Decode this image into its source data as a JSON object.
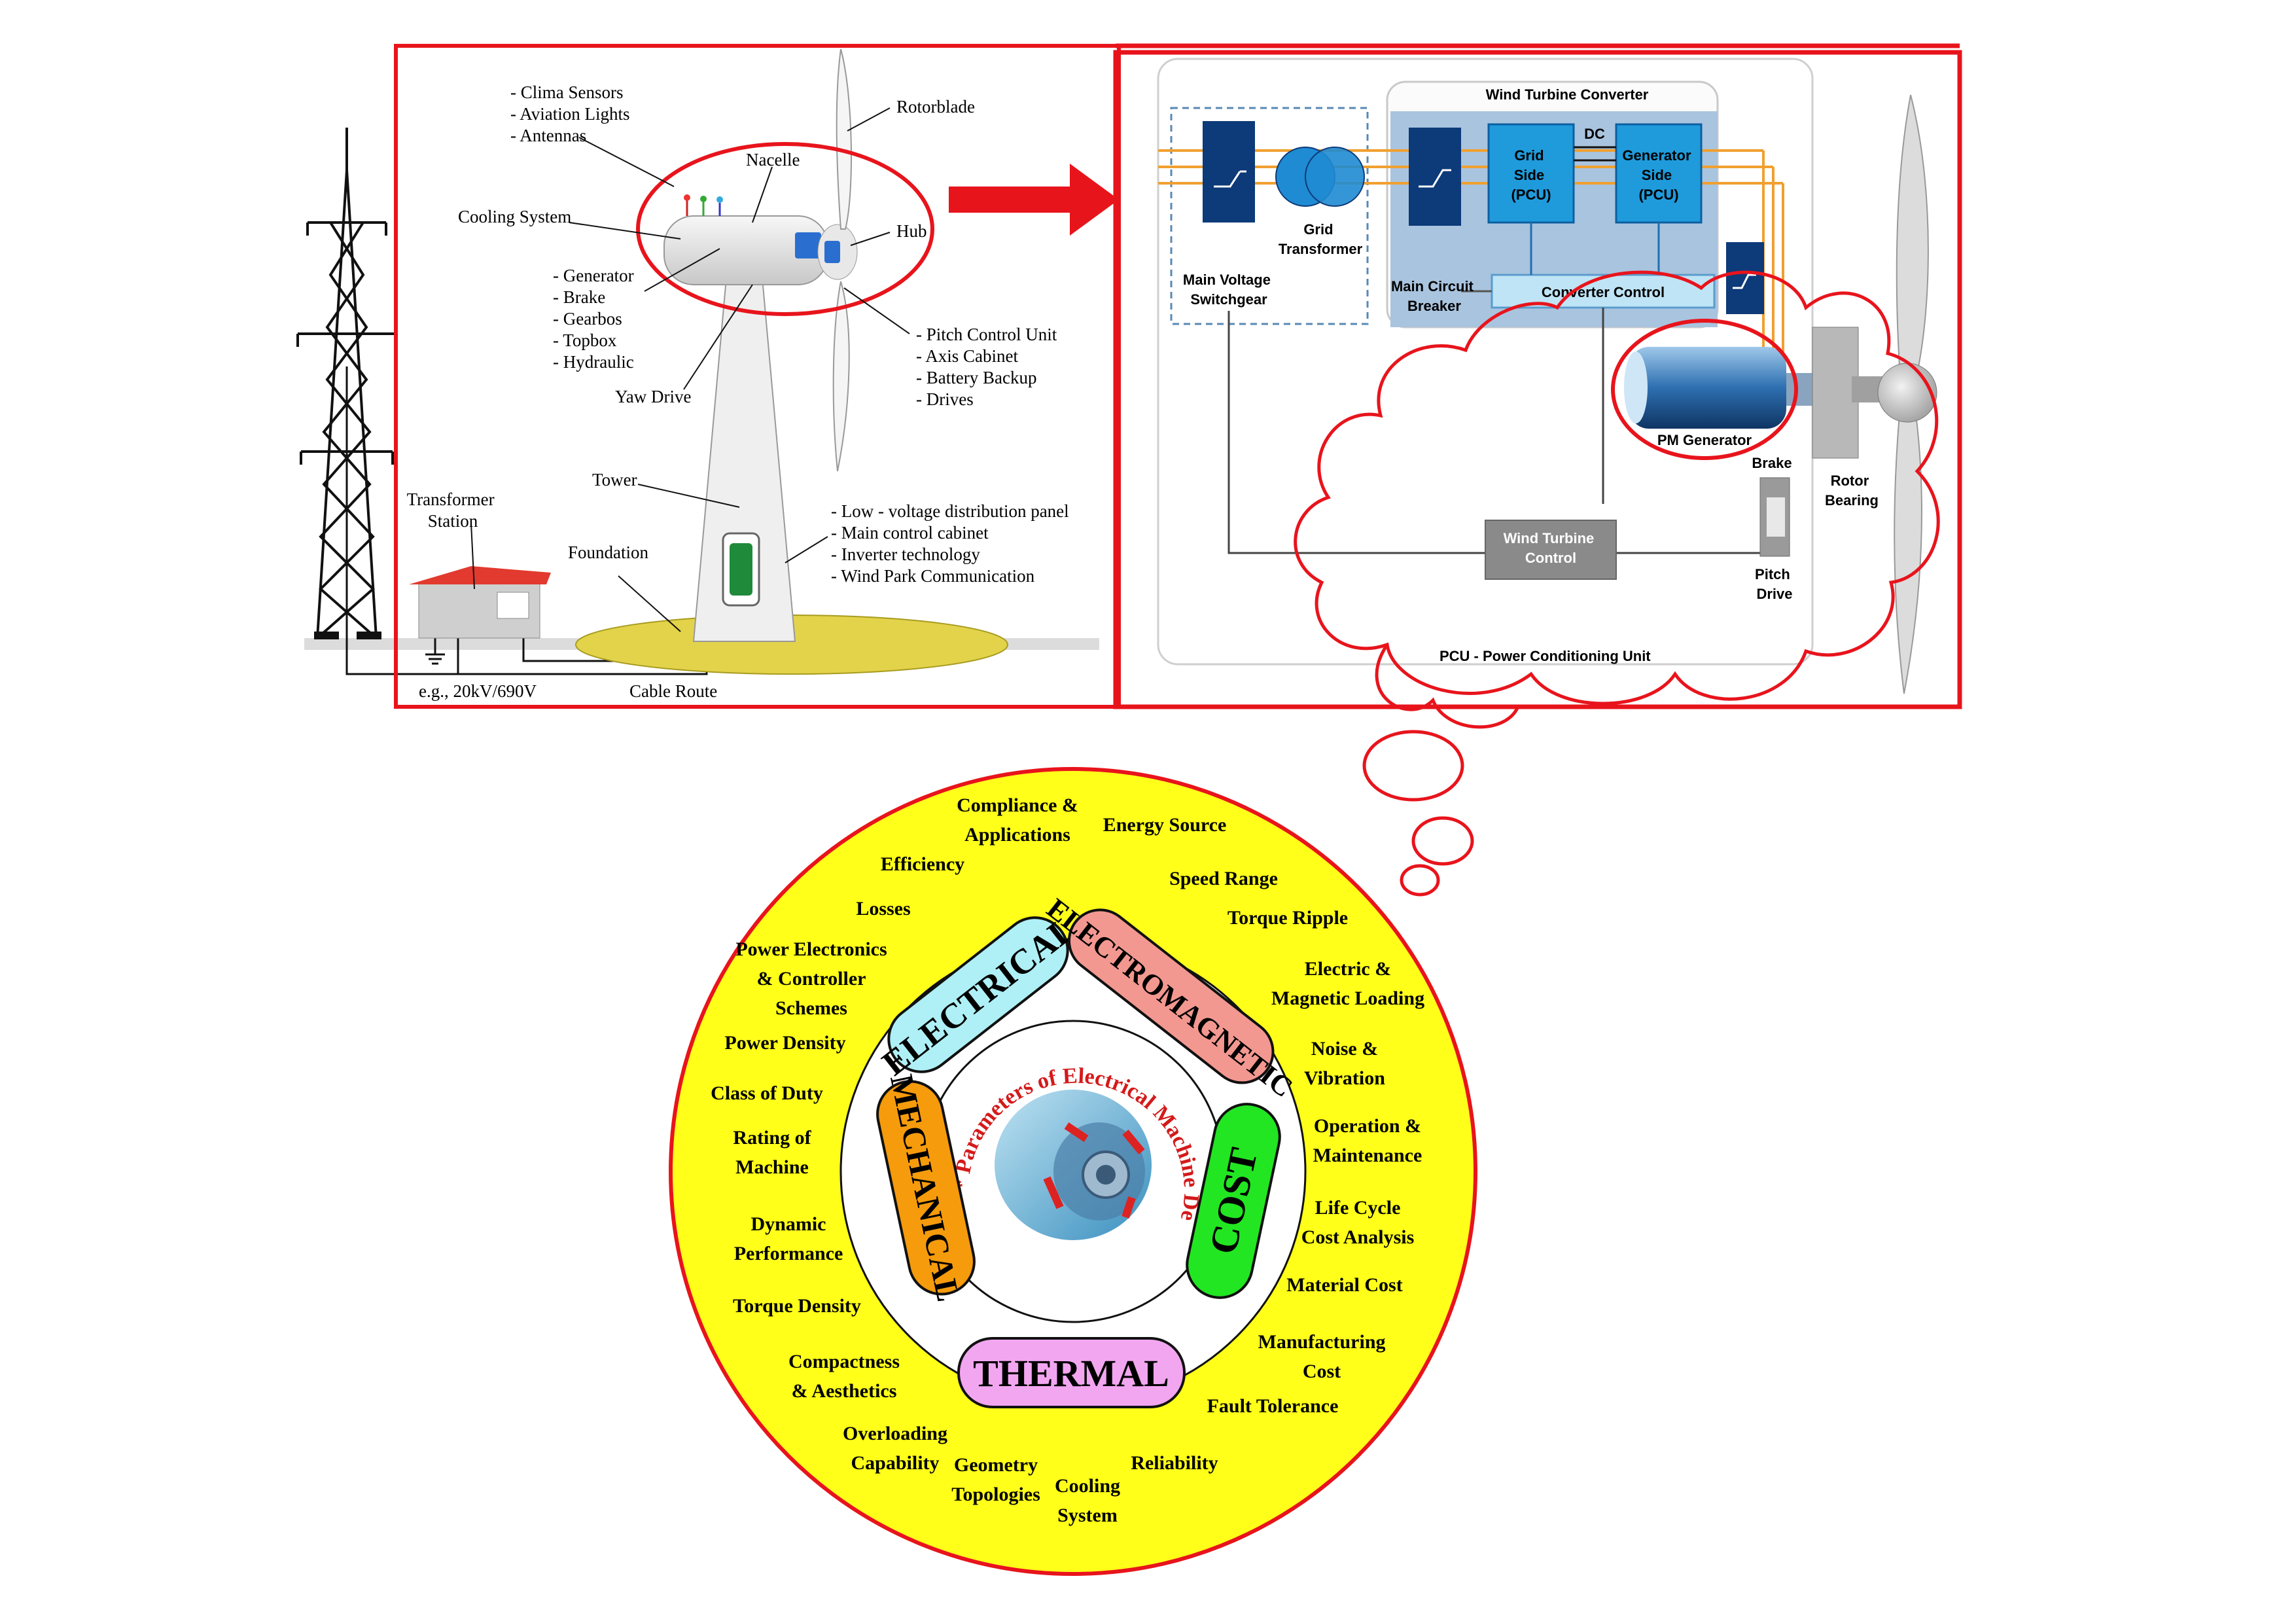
{
  "turbine_diagram": {
    "top_labels": [
      "- Clima Sensors",
      "- Aviation Lights",
      "- Antennas"
    ],
    "rotorblade": "Rotorblade",
    "nacelle": "Nacelle",
    "cooling": "Cooling System",
    "hub": "Hub",
    "nacelle_parts": [
      "- Generator",
      "- Brake",
      "- Gearbos",
      "- Topbox",
      "- Hydraulic"
    ],
    "hub_parts": [
      "- Pitch Control Unit",
      "- Axis Cabinet",
      "- Battery Backup",
      "- Drives"
    ],
    "yaw": "Yaw Drive",
    "tower": "Tower",
    "tower_parts": [
      "- Low - voltage distribution panel",
      "- Main control cabinet",
      "- Inverter technology",
      "- Wind Park Communication"
    ],
    "transformer": [
      "Transformer",
      "Station"
    ],
    "foundation": "Foundation",
    "voltage": "e.g., 20kV/690V",
    "cable": "Cable Route"
  },
  "converter_diagram": {
    "title": "Wind Turbine Converter",
    "dc": "DC",
    "grid_side": [
      "Grid",
      "Side",
      "(PCU)"
    ],
    "gen_side": [
      "Generator",
      "Side",
      "(PCU)"
    ],
    "grid_transformer": [
      "Grid",
      "Transformer"
    ],
    "switchgear": [
      "Main Voltage",
      "Switchgear"
    ],
    "breaker": [
      "Main Circuit",
      "Breaker"
    ],
    "converter_control": "Converter Control",
    "pm_generator": "PM Generator",
    "brake": "Brake",
    "rotor_bearing": [
      "Rotor",
      "Bearing"
    ],
    "wt_control": [
      "Wind Turbine",
      "Control"
    ],
    "pitch_drive": [
      "Pitch",
      "Drive"
    ],
    "pcu": "PCU - Power Conditioning Unit"
  },
  "design_wheel": {
    "center_caption": "* Parameters of Electrical Machine Design Analysis and Characteristic",
    "categories": {
      "electrical": "ELECTRICAL",
      "electromagnetic": "ELECTROMAGNETIC",
      "cost": "COST",
      "thermal": "THERMAL",
      "mechanical": "MECHANICAL"
    },
    "outer_labels": {
      "compliance": [
        "Compliance &",
        "Applications"
      ],
      "energy": [
        "Energy Source"
      ],
      "efficiency": [
        "Efficiency"
      ],
      "speed": [
        "Speed Range"
      ],
      "losses": [
        "Losses"
      ],
      "torque_ripple": [
        "Torque Ripple"
      ],
      "power_electronics": [
        "Power Electronics",
        "& Controller",
        "Schemes"
      ],
      "loading": [
        "Electric &",
        "Magnetic Loading"
      ],
      "power_density": [
        "Power Density"
      ],
      "noise": [
        "Noise &",
        "Vibration"
      ],
      "duty": [
        "Class of Duty"
      ],
      "operation": [
        "Operation &",
        "Maintenance"
      ],
      "rating": [
        "Rating of",
        "Machine"
      ],
      "life_cycle": [
        "Life Cycle",
        "Cost Analysis"
      ],
      "dynamic": [
        "Dynamic",
        "Performance"
      ],
      "material": [
        "Material Cost"
      ],
      "torque_density": [
        "Torque Density"
      ],
      "manufacturing": [
        "Manufacturing",
        "Cost"
      ],
      "compactness": [
        "Compactness",
        "& Aesthetics"
      ],
      "fault": [
        "Fault Tolerance"
      ],
      "overloading": [
        "Overloading",
        "Capability"
      ],
      "reliability": [
        "Reliability"
      ],
      "geometry": [
        "Geometry",
        "Topologies"
      ],
      "cooling": [
        "Cooling",
        "System"
      ]
    }
  },
  "colors": {
    "frame_red": "#e8141c",
    "wheel_yellow": "#ffff1a",
    "electrical": "#aef0f5",
    "electromagnetic": "#f29890",
    "cost": "#22e622",
    "thermal": "#f2a6f0",
    "mechanical": "#f59b0c",
    "converter_box": "#a9c4df",
    "pcu_blue": "#1f9bdc",
    "dark_blue": "#0d3a78"
  }
}
